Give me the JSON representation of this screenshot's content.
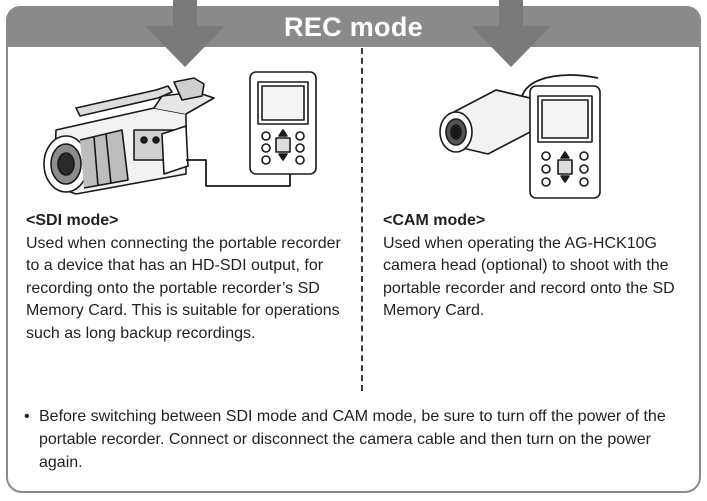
{
  "header": {
    "title": "REC mode"
  },
  "sdi_mode": {
    "heading": "<SDI mode>",
    "body": "Used when connecting the portable recorder to a device that has an HD-SDI output, for recording onto the portable recorder’s SD Memory Card. This is suitable for operations such as long backup recordings."
  },
  "cam_mode": {
    "heading": "<CAM mode>",
    "body": "Used when operating the AG-HCK10G camera head (optional) to shoot with the portable recorder and record onto the SD Memory Card."
  },
  "note": {
    "bullet": "•",
    "text": "Before switching between SDI mode and CAM mode, be sure to turn off the power of the portable recorder. Connect or disconnect the camera cable and then turn on the power again."
  },
  "colors": {
    "header_gray": "#8a8a8a",
    "arrow_gray": "#7a7a7a",
    "text": "#231f20"
  }
}
